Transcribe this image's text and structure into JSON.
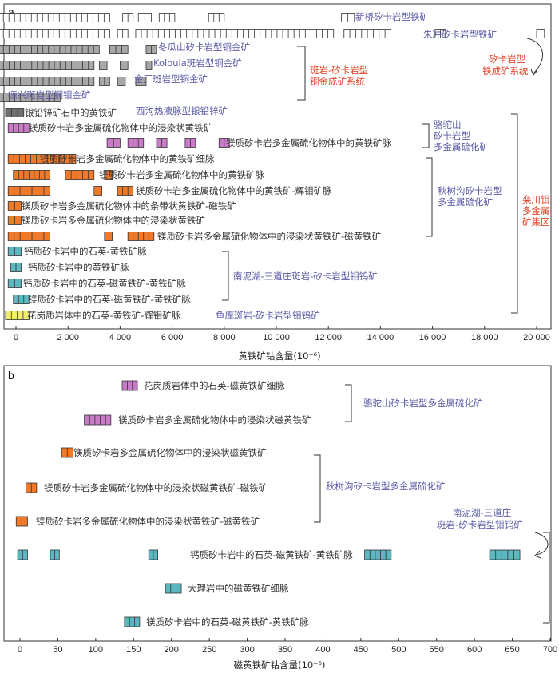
{
  "colors": {
    "grey": "#a8a8a8",
    "darkgrey": "#6f6f6f",
    "white": "#ffffff",
    "purple": "#c97bc8",
    "orange": "#f07a2a",
    "teal": "#5bb8c0",
    "yellow": "#f2ee6a",
    "label_blue": "#5a5aa6",
    "label_red": "#e0442a"
  },
  "chart_data": [
    {
      "type": "scatter",
      "panel_label": "a",
      "xlabel": "黄铁矿钴含量(10⁻⁶)",
      "xlim": [
        0,
        20000
      ],
      "ticks": [
        "0",
        "2 000",
        "4 000",
        "6 000",
        "8 000",
        "10 000",
        "12 000",
        "14 000",
        "16 000",
        "18 000",
        "20 000"
      ],
      "rows": [
        {
          "label": "",
          "color": "white",
          "samples": [
            [
              -700,
              3600
            ],
            [
              4100,
              4500
            ],
            [
              4700,
              5200
            ],
            [
              5500,
              6100
            ],
            [
              7400,
              8000
            ],
            [
              12500,
              13000
            ]
          ]
        },
        {
          "label": "",
          "color": "white",
          "samples": [
            [
              -700,
              3600
            ],
            [
              3900,
              4300
            ],
            [
              4600,
              12200
            ],
            [
              12600,
              14400
            ],
            [
              16100,
              16500
            ],
            [
              20000,
              20300
            ]
          ]
        },
        {
          "label": "",
          "color": "grey",
          "samples": [
            [
              -700,
              3200
            ],
            [
              3600,
              4300
            ],
            [
              5000,
              5400
            ]
          ]
        },
        {
          "label": "",
          "color": "grey",
          "samples": [
            [
              -700,
              3000
            ],
            [
              3200,
              3500
            ],
            [
              4000,
              4300
            ],
            [
              5000,
              5200
            ]
          ]
        },
        {
          "label": "",
          "color": "grey",
          "samples": [
            [
              -700,
              3000
            ],
            [
              3200,
              3600
            ],
            [
              3900,
              4200
            ],
            [
              4600,
              5000
            ]
          ]
        },
        {
          "label": "",
          "color": "grey",
          "samples": [
            [
              -700,
              1700
            ]
          ]
        },
        {
          "label": "银铅锌矿石中的黄铁矿",
          "color": "darkgrey",
          "samples": [
            [
              -400,
              300
            ]
          ]
        },
        {
          "label": "镁质矽卡岩多金属硫化物体中的浸染状黄铁矿",
          "color": "purple",
          "samples": [
            [
              -300,
              500
            ]
          ]
        },
        {
          "label": "镁质矽卡岩多金属硫化物体中的黄铁矿脉",
          "color": "purple",
          "samples": [
            [
              3500,
              4000
            ],
            [
              4300,
              4900
            ],
            [
              5400,
              5800
            ],
            [
              6500,
              6900
            ],
            [
              7800,
              8200
            ]
          ]
        },
        {
          "label": "镁质矽卡岩多金属硫化物体中的黄铁矿细脉",
          "color": "orange",
          "samples": [
            [
              -300,
              2300
            ]
          ]
        },
        {
          "label": "镁质矽卡岩多金属硫化物体中的黄铁矿脉",
          "color": "orange",
          "samples": [
            [
              -100,
              1300
            ],
            [
              1900,
              3000
            ],
            [
              3400,
              3700
            ]
          ]
        },
        {
          "label": "镁质矽卡岩多金属硫化物体中的黄铁矿-辉钼矿脉",
          "color": "orange",
          "samples": [
            [
              -300,
              1300
            ],
            [
              3000,
              3300
            ],
            [
              3900,
              4500
            ]
          ]
        },
        {
          "label": "镁质矽卡岩多金属硫化物体中的条带状黄铁矿-磁铁矿",
          "color": "orange",
          "samples": [
            [
              -300,
              200
            ]
          ]
        },
        {
          "label": "镁质矽卡岩多金属硫化物体中的浸染状黄铁矿",
          "color": "orange",
          "samples": [
            [
              -300,
              200
            ]
          ]
        },
        {
          "label": "镁质矽卡岩多金属硫化物体中的浸染状黄铁矿-磁黄铁矿",
          "color": "orange",
          "samples": [
            [
              -300,
              1300
            ],
            [
              3400,
              3700
            ],
            [
              4300,
              5300
            ]
          ]
        },
        {
          "label": "钙质矽卡岩中的石英-黄铁矿脉",
          "color": "teal",
          "samples": [
            [
              -300,
              200
            ]
          ]
        },
        {
          "label": "钙质矽卡岩中的黄铁矿脉",
          "color": "teal",
          "samples": [
            [
              -200,
              200
            ]
          ]
        },
        {
          "label": "钙质矽卡岩中的石英-磁黄铁矿-黄铁矿脉",
          "color": "teal",
          "samples": [
            [
              -300,
              200
            ]
          ]
        },
        {
          "label": "镁质矽卡岩中的石英-磁黄铁矿-黄铁矿脉",
          "color": "teal",
          "samples": [
            [
              -100,
              500
            ]
          ]
        },
        {
          "label": "花岗质岩体中的石英-黄铁矿-辉钼矿脉",
          "color": "yellow",
          "samples": [
            [
              -400,
              500
            ]
          ]
        }
      ],
      "inline_labels": [
        "新桥矽卡岩型铁矿",
        "朱冲矽卡岩型铁矿",
        "冬瓜山矽卡岩型铜金矿",
        "Koloula斑岩型铜金矿",
        "金厂斑岩型铜金矿",
        "德兴斑岩型铜钼金矿",
        "西沟热液脉型银铅锌矿"
      ],
      "groups": [
        "斑岩-矽卡岩型\n铜金成矿系统",
        "矽卡岩型\n铁成矿系统",
        "骆驼山\n矽卡岩型\n多金属硫化矿",
        "秋树沟矽卡岩型\n多金属硫化矿",
        "栾川钼\n多金属\n矿集区",
        "南泥湖-三道庄斑岩-矽卡岩型钼钨矿",
        "鱼库斑岩-矽卡岩型钼钨矿"
      ]
    },
    {
      "type": "scatter",
      "panel_label": "b",
      "xlabel": "磁黄铁矿钴含量(10⁻⁶)",
      "xlim": [
        0,
        700
      ],
      "ticks": [
        "0",
        "50",
        "100",
        "150",
        "200",
        "250",
        "300",
        "350",
        "400",
        "450",
        "500",
        "550",
        "600",
        "650",
        "700"
      ],
      "rows": [
        {
          "label": "花岗质岩体中的石英-磁黄铁矿细脉",
          "color": "purple",
          "samples": [
            [
              135,
              155
            ]
          ]
        },
        {
          "label": "镁质矽卡岩多金属硫化物体中的浸染状磁黄铁矿",
          "color": "purple",
          "samples": [
            [
              85,
              120
            ]
          ]
        },
        {
          "label": "镁质矽卡岩多金属硫化物体中的浸染状磁黄铁矿",
          "color": "orange",
          "samples": [
            [
              55,
              70
            ]
          ]
        },
        {
          "label": "镁质矽卡岩多金属硫化物体中的浸染状磁黄铁矿-磁铁矿",
          "color": "orange",
          "samples": [
            [
              8,
              22
            ]
          ]
        },
        {
          "label": "镁质矽卡岩多金属硫化物体中的浸染状黄铁矿-磁黄铁矿",
          "color": "orange",
          "samples": [
            [
              -5,
              10
            ]
          ]
        },
        {
          "label": "钙质矽卡岩中的石英-磁黄铁矿-黄铁矿脉",
          "color": "teal",
          "samples": [
            [
              -3,
              10
            ],
            [
              40,
              52
            ],
            [
              170,
              182
            ],
            [
              455,
              490
            ],
            [
              620,
              660
            ]
          ]
        },
        {
          "label": "大理岩中的磁黄铁矿细脉",
          "color": "teal",
          "samples": [
            [
              192,
              213
            ]
          ]
        },
        {
          "label": "镁质矽卡岩中的石英-磁黄铁矿-黄铁矿脉",
          "color": "teal",
          "samples": [
            [
              138,
              158
            ]
          ]
        }
      ],
      "groups": [
        "骆驼山矽卡岩型多金属硫化矿",
        "秋树沟矽卡岩型多金属硫化矿",
        "南泥湖-三道庄\n斑岩-矽卡岩型钼钨矿"
      ]
    }
  ]
}
